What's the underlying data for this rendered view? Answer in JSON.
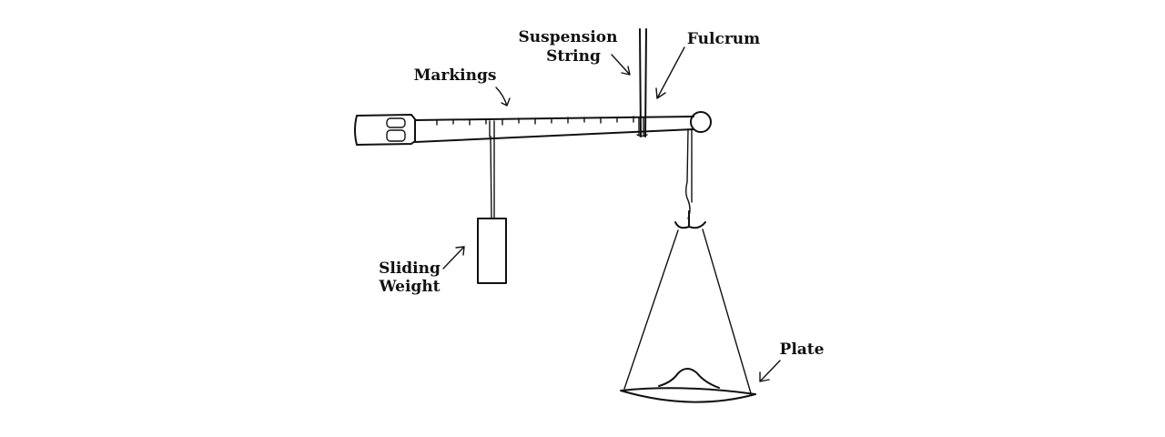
{
  "labels": {
    "suspension_line1": "Suspension",
    "suspension_line2": "String",
    "fulcrum": "Fulcrum",
    "markings": "Markings",
    "sliding_line1": "Sliding",
    "sliding_line2": "Weight",
    "plate": "Plate"
  },
  "colors": {
    "ink": "#111111",
    "background": "#ffffff"
  }
}
